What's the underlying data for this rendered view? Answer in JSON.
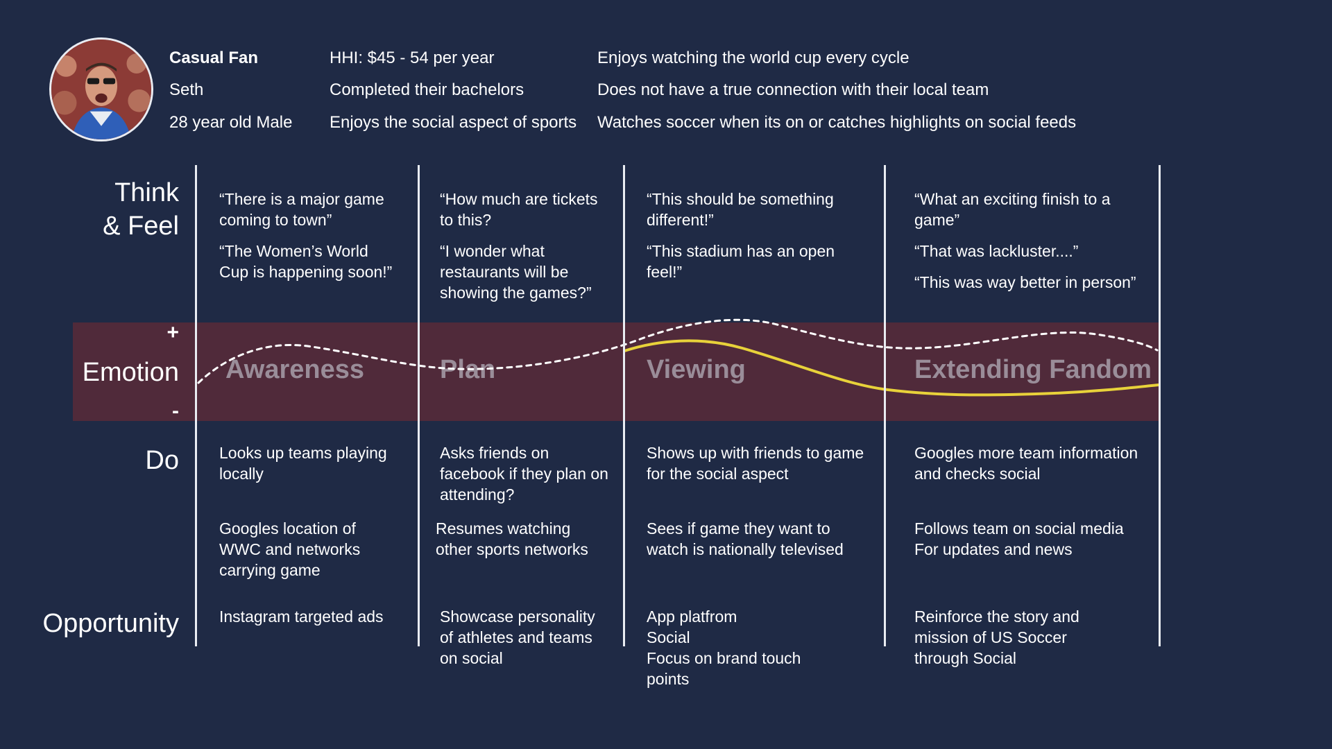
{
  "persona": {
    "segment": "Casual Fan",
    "name": "Seth",
    "age_gender": "28 year old Male",
    "attributes": [
      "HHI: $45 - 54 per year",
      "Completed their bachelors",
      "Enjoys the social aspect of sports"
    ],
    "behaviors": [
      "Enjoys watching the world cup every cycle",
      "Does not have a true connection with their local team",
      "Watches soccer when its on or catches highlights on social feeds"
    ]
  },
  "row_labels": {
    "think_line1": "Think",
    "think_line2": "& Feel",
    "emotion": "Emotion",
    "plus": "+",
    "minus": "-",
    "do": "Do",
    "opportunity": "Opportunity"
  },
  "stages": [
    {
      "name": "Awareness",
      "think": [
        "“There is a major game coming to town”",
        "“The Women’s World Cup is happening soon!”"
      ],
      "do": [
        "Looks up teams playing locally",
        "Googles location of WWC and networks carrying game"
      ],
      "opportunity": [
        "Instagram targeted ads"
      ]
    },
    {
      "name": "Plan",
      "think": [
        "“How much are tickets to this?",
        "“I wonder what restaurants will be showing the games?”"
      ],
      "do": [
        "Asks friends on facebook if they plan on attending?",
        "Resumes watching other sports networks"
      ],
      "opportunity": [
        "Showcase personality of athletes and teams on social"
      ]
    },
    {
      "name": "Viewing",
      "think": [
        "“This should be something different!”",
        "“This stadium has an open feel!”"
      ],
      "do": [
        "Shows up with friends to game for the social aspect",
        "Sees if game they want to watch is nationally televised"
      ],
      "opportunity": [
        "App platfrom",
        "Social",
        "Focus on  brand touch points"
      ]
    },
    {
      "name": "Extending Fandom",
      "think": [
        "“What an exciting finish to a game”",
        "“That was lackluster....”",
        "“This was way better in person”"
      ],
      "do": [
        "Googles more team information and checks social",
        "Follows team on social media For updates and news"
      ],
      "opportunity": [
        "Reinforce the story and mission of US Soccer through Social"
      ]
    }
  ],
  "colors": {
    "background": "#1f2a45",
    "emotion_band": "#502a3a",
    "expected_curve": "#ffffff",
    "actual_curve": "#e8d23a",
    "stage_name": "#9a8d99"
  },
  "icons": {
    "avatar": "persona-photo"
  }
}
